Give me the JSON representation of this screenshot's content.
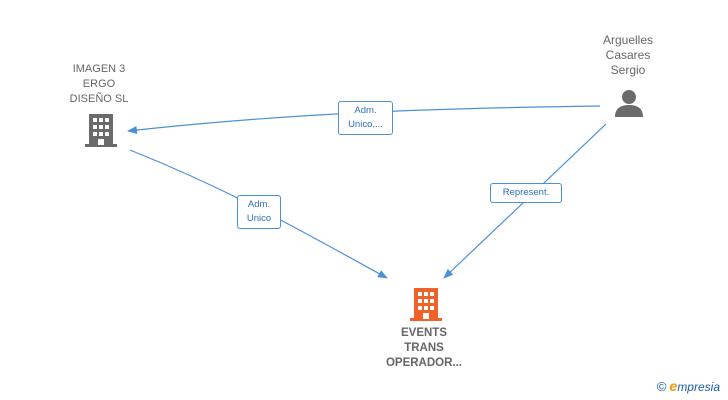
{
  "nodes": {
    "person": {
      "lines": [
        "Arguelles",
        "Casares",
        "Sergio"
      ],
      "icon": "person-icon"
    },
    "ergo": {
      "lines": [
        "IMAGEN 3",
        "ERGO",
        "DISEÑO SL"
      ],
      "icon": "building-icon"
    },
    "events": {
      "lines": [
        "EVENTS",
        "TRANS",
        "OPERADOR..."
      ],
      "icon": "building-icon",
      "color": "#f0622a"
    }
  },
  "edges": {
    "person_to_ergo": {
      "lines": [
        "Adm.",
        "Unico,..."
      ]
    },
    "ergo_to_events": {
      "lines": [
        "Adm.",
        "Unico"
      ]
    },
    "person_to_events": {
      "lines": [
        "Represent."
      ]
    }
  },
  "colors": {
    "edge": "#4a90d9",
    "node_gray": "#6b6b6b",
    "main": "#f0622a"
  },
  "brand": {
    "copyright": "©",
    "initial": "e",
    "rest": "mpresia"
  }
}
